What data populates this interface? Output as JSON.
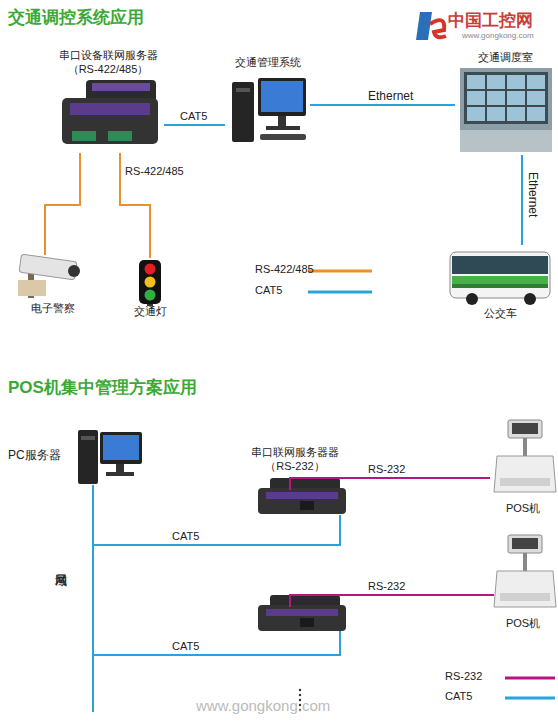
{
  "diagram": {
    "title": "交通调控系统应用",
    "nodes": [
      {
        "text": [
          "串口设备联网服务器 （RS-422/485）"
        ]
      },
      {
        "text": [
          "交通管理系统"
        ]
      },
      {
        "text": [
          "交通调度室"
        ]
      },
      {
        "text": [
          "电子警察"
        ]
      },
      {
        "text": [
          "交通灯"
        ]
      },
      {
        "text": [
          "公交车"
        ]
      },
      {
        "text": [
          "PC服务器"
        ]
      },
      {
        "text": [
          "串口联网服务器器 （RS-232）"
        ]
      },
      {
        "text": [
          "POS机"
        ]
      },
      {
        "text": [
          "POS机"
        ]
      }
    ],
    "edges": [
      {
        "from": 0,
        "to": 1,
        "label": "CAT5",
        "arrow": "none"
      },
      {
        "from": 1,
        "to": 2,
        "label": "Ethernet",
        "arrow": "none"
      },
      {
        "from": 2,
        "to": 5,
        "label": "Ethernet",
        "arrow": "none"
      },
      {
        "from": 0,
        "to": 3,
        "arrow": "none"
      },
      {
        "from": 0,
        "to": 4,
        "label": "RS-422/485",
        "arrow": "none"
      },
      {
        "from": 6,
        "to": 7,
        "label": "CAT5",
        "arrow": "none"
      },
      {
        "from": 7,
        "to": 8,
        "label": "RS-232",
        "arrow": "none"
      }
    ],
    "labels": [
      "中国工控网",
      "www.gongkong.com",
      "POS机集中管理方案应用",
      "局域网",
      "CAT5",
      "RS-232",
      "www.gongkong.com"
    ],
    "legend": [
      {
        "text": "RS-422/485"
      },
      {
        "text": "CAT5"
      },
      {
        "text": "RS-232"
      },
      {
        "text": "CAT5"
      }
    ]
  }
}
